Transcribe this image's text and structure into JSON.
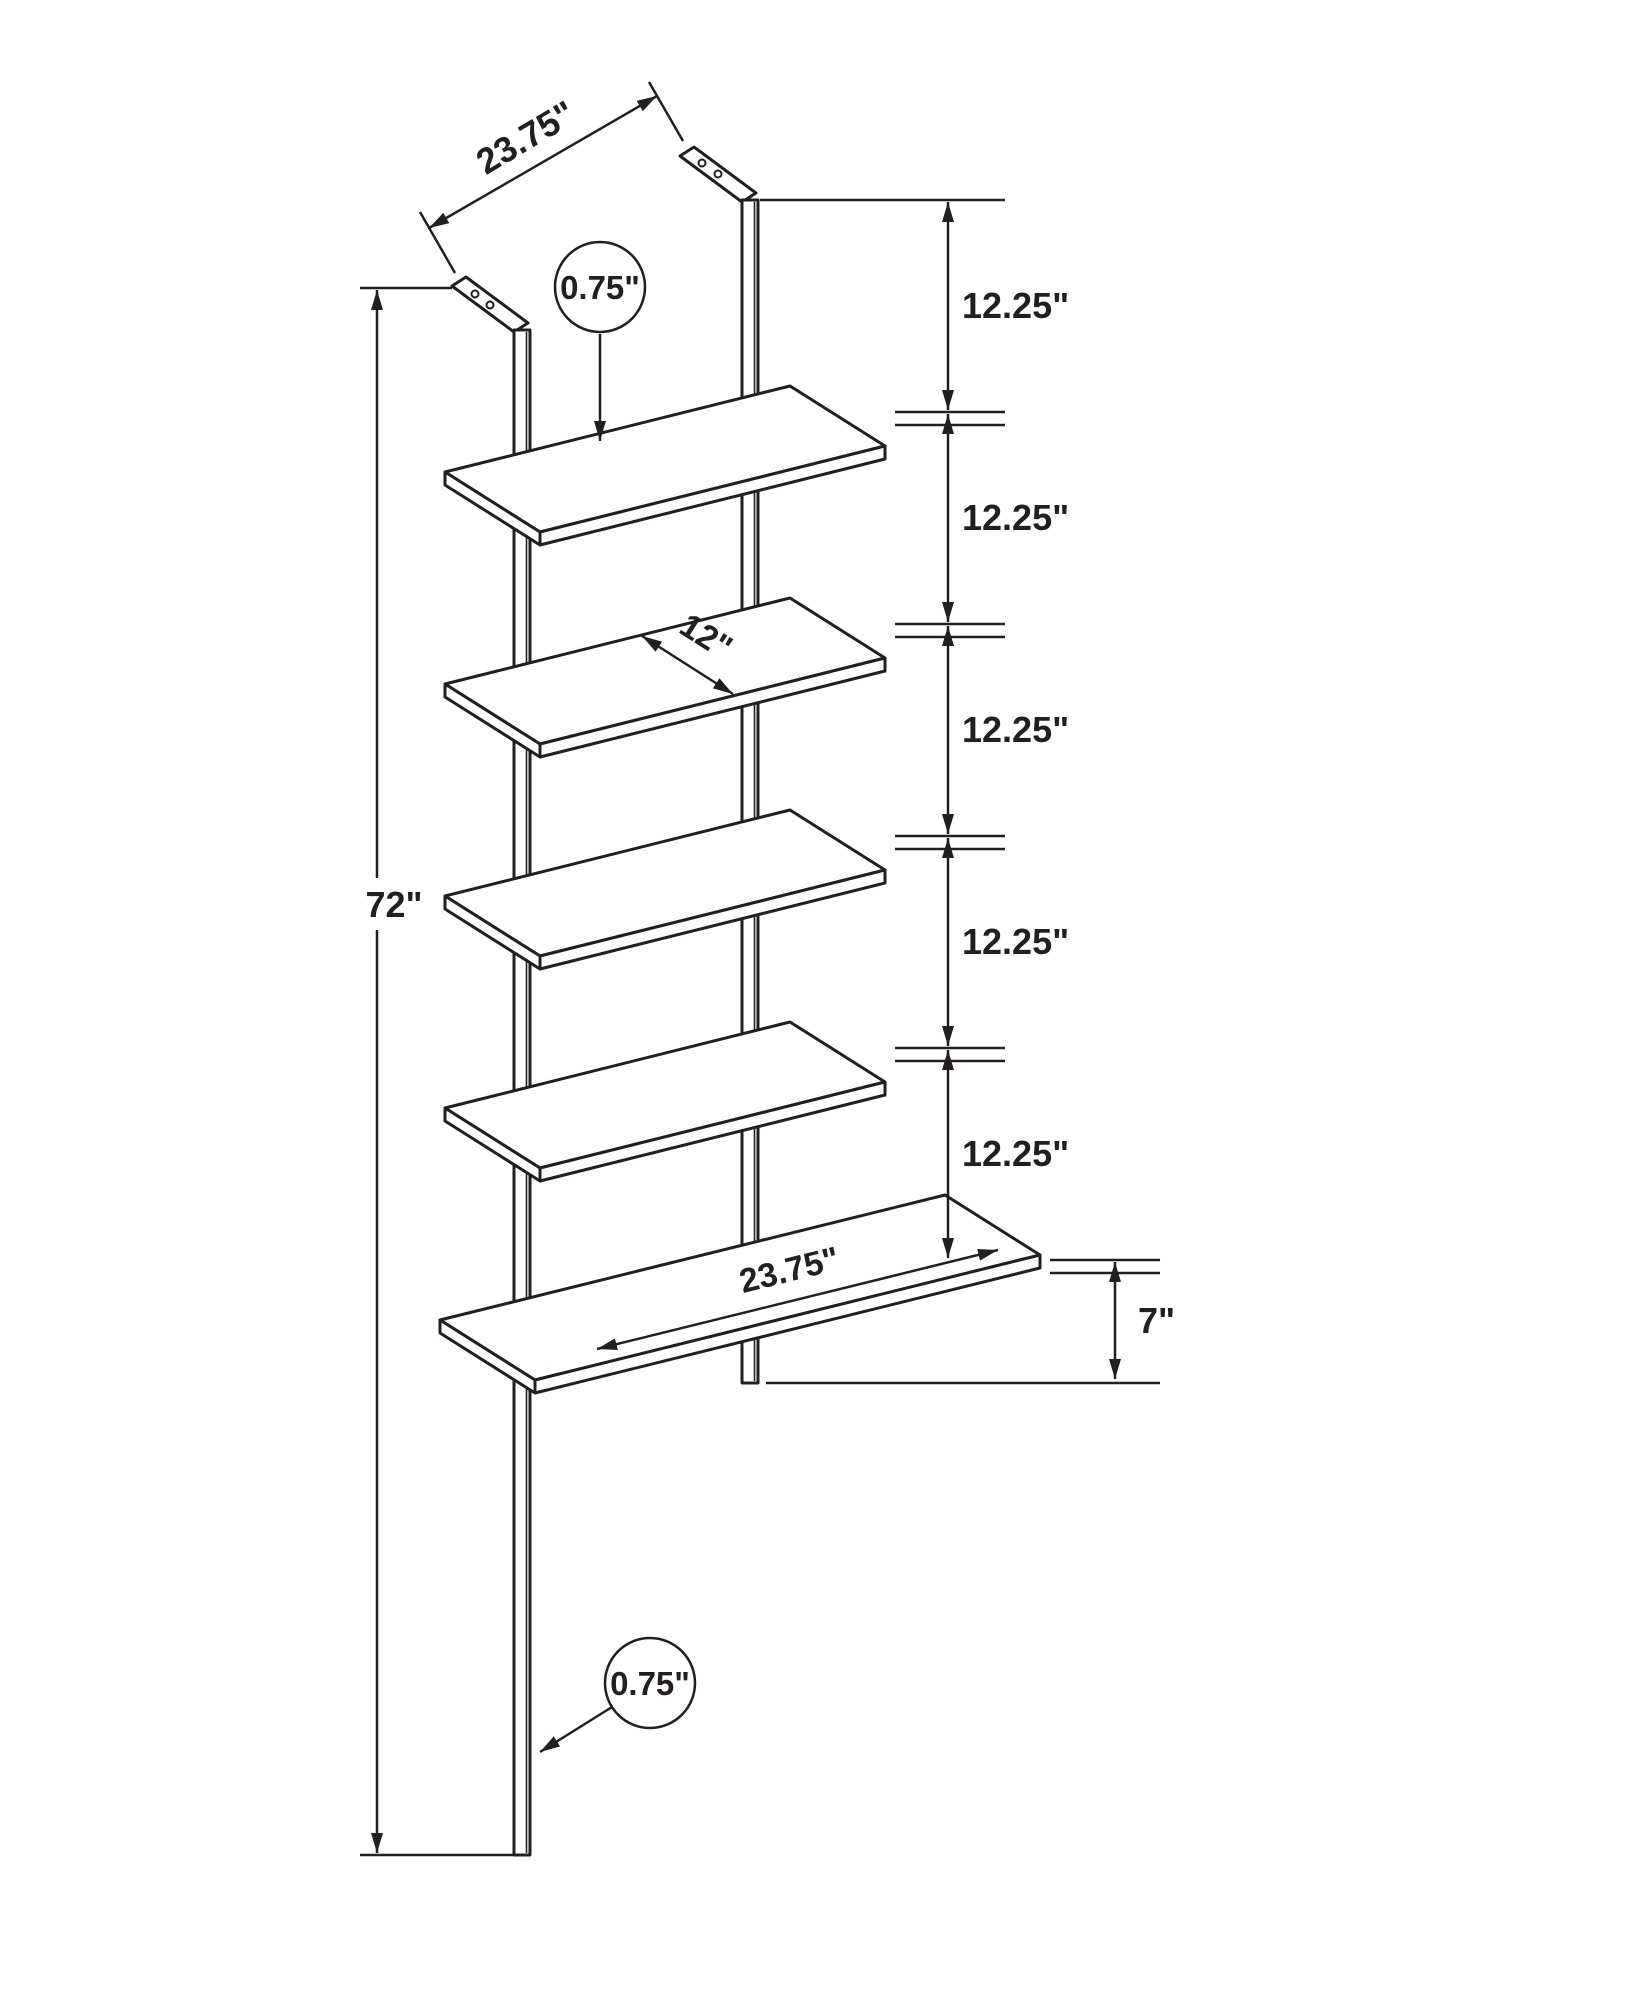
{
  "diagram": {
    "labels": {
      "top_width": "23.75\"",
      "shelf_thickness_top": "0.75\"",
      "shelf_spacings": [
        "12.25\"",
        "12.25\"",
        "12.25\"",
        "12.25\"",
        "12.25\""
      ],
      "total_height": "72\"",
      "shelf_depth": "12\"",
      "bottom_shelf_width": "23.75\"",
      "bottom_gap": "7\"",
      "frame_thickness_bottom": "0.75\""
    },
    "colors": {
      "line": "#231f20",
      "background": "#ffffff"
    }
  }
}
